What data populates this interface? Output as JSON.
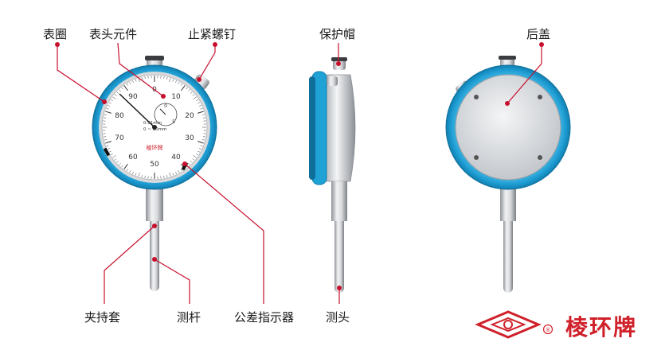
{
  "labels": {
    "bezel": "表圈",
    "head_component": "表头元件",
    "lock_screw": "止紧螺钉",
    "cap": "保护帽",
    "back_cover": "后盖",
    "stem_sleeve": "夹持套",
    "spindle": "测杆",
    "tolerance_pointer": "公差指示器",
    "contact_point": "测头"
  },
  "dial": {
    "numbers": [
      "0",
      "10",
      "20",
      "30",
      "40",
      "50",
      "60",
      "70",
      "80",
      "90"
    ],
    "small_dial_numbers": [
      "0",
      "5"
    ],
    "brand": "棱环牌",
    "spec_line1": "0.01mm",
    "spec_line2": "0 ~ 10mm"
  },
  "brand": {
    "name": "棱环牌",
    "registered": "®"
  },
  "colors": {
    "bezel_blue": "#1fa3d6",
    "leader_red": "#c8102e",
    "brand_red": "#d0202a",
    "steel": "#c9ccd0"
  }
}
